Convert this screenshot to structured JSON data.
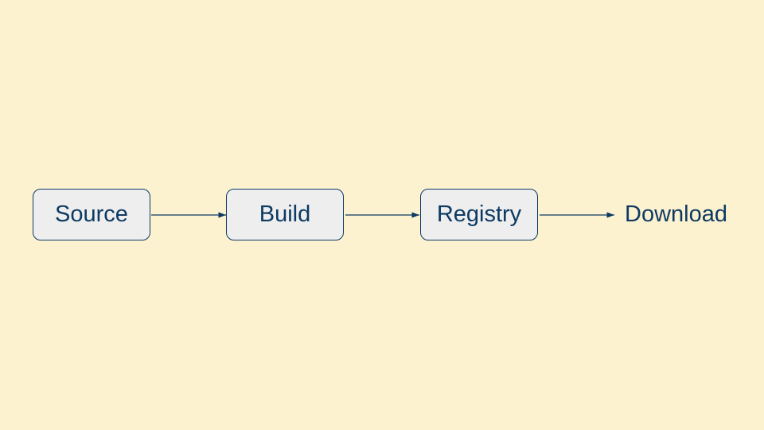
{
  "nodes": [
    {
      "label": "Source"
    },
    {
      "label": "Build"
    },
    {
      "label": "Registry"
    }
  ],
  "output": {
    "label": "Download"
  },
  "colors": {
    "background": "#fdf2d0",
    "box": "#eeeeee",
    "stroke": "#0d3a63"
  }
}
